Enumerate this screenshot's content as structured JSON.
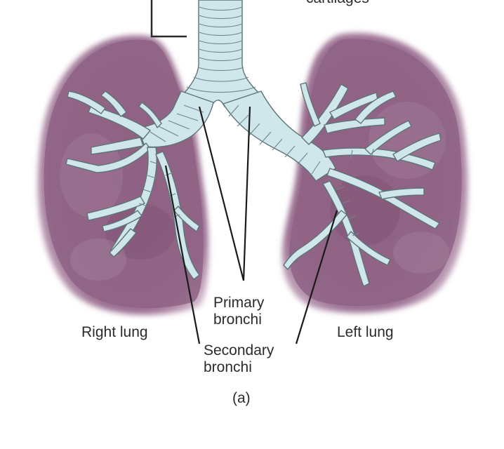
{
  "labels": {
    "top_cut_label": "cartilages",
    "right_lung": "Right lung",
    "left_lung": "Left lung",
    "primary_bronchi": [
      "Primary",
      "bronchi"
    ],
    "secondary_bronchi": [
      "Secondary",
      "bronchi"
    ],
    "panel": "(a)"
  },
  "colors": {
    "lung_fill": "#8a5a7e",
    "lung_light": "#b28aa8",
    "airway_fill": "#cfe6ea",
    "airway_stroke": "#5d7378",
    "leader_line": "#1a1a1a"
  }
}
